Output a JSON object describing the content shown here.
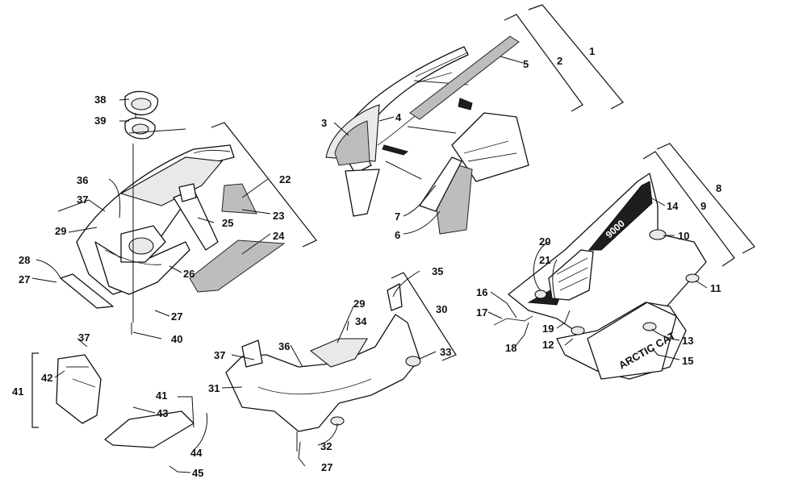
{
  "diagram": {
    "callouts": [
      "1",
      "2",
      "3",
      "4",
      "5",
      "6",
      "7",
      "8",
      "9",
      "10",
      "11",
      "12",
      "13",
      "14",
      "15",
      "16",
      "17",
      "18",
      "19",
      "20",
      "21",
      "22",
      "23",
      "24",
      "25",
      "26",
      "27",
      "28",
      "29",
      "30",
      "31",
      "32",
      "33",
      "34",
      "35",
      "36",
      "37",
      "38",
      "39",
      "40",
      "41",
      "42",
      "43",
      "44",
      "45"
    ],
    "decals": {
      "model": "9000",
      "brand": "ARCTIC CAT"
    },
    "colors": {
      "ink": "#111111",
      "foam": "#bdbdbd",
      "shade": "#e9e9e9"
    }
  }
}
